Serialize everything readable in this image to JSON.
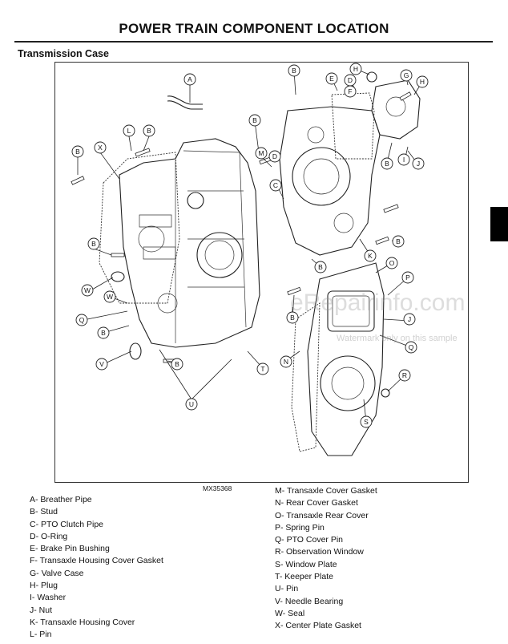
{
  "header": {
    "title": "POWER TRAIN   COMPONENT LOCATION"
  },
  "section": {
    "heading": "Transmission Case"
  },
  "figure": {
    "id": "MX35368",
    "callouts": [
      "A",
      "B",
      "C",
      "D",
      "E",
      "F",
      "G",
      "H",
      "I",
      "J",
      "K",
      "L",
      "M",
      "N",
      "O",
      "P",
      "Q",
      "R",
      "S",
      "T",
      "U",
      "V",
      "W",
      "X"
    ]
  },
  "watermark": {
    "text": "eRepairinfo.com",
    "subtext": "Watermark only on this sample"
  },
  "legend": {
    "left": [
      "A- Breather Pipe",
      "B- Stud",
      "C- PTO Clutch Pipe",
      "D- O-Ring",
      "E- Brake Pin Bushing",
      "F- Transaxle Housing Cover Gasket",
      "G- Valve Case",
      "H- Plug",
      "I- Washer",
      "J- Nut",
      "K- Transaxle Housing Cover",
      "L- Pin"
    ],
    "right": [
      "M- Transaxle Cover Gasket",
      "N- Rear Cover Gasket",
      "O- Transaxle Rear Cover",
      "P- Spring Pin",
      "Q- PTO Cover Pin",
      "R- Observation Window",
      "S- Window Plate",
      "T- Keeper Plate",
      "U- Pin",
      "V- Needle Bearing",
      "W- Seal",
      "X- Center Plate Gasket"
    ]
  }
}
